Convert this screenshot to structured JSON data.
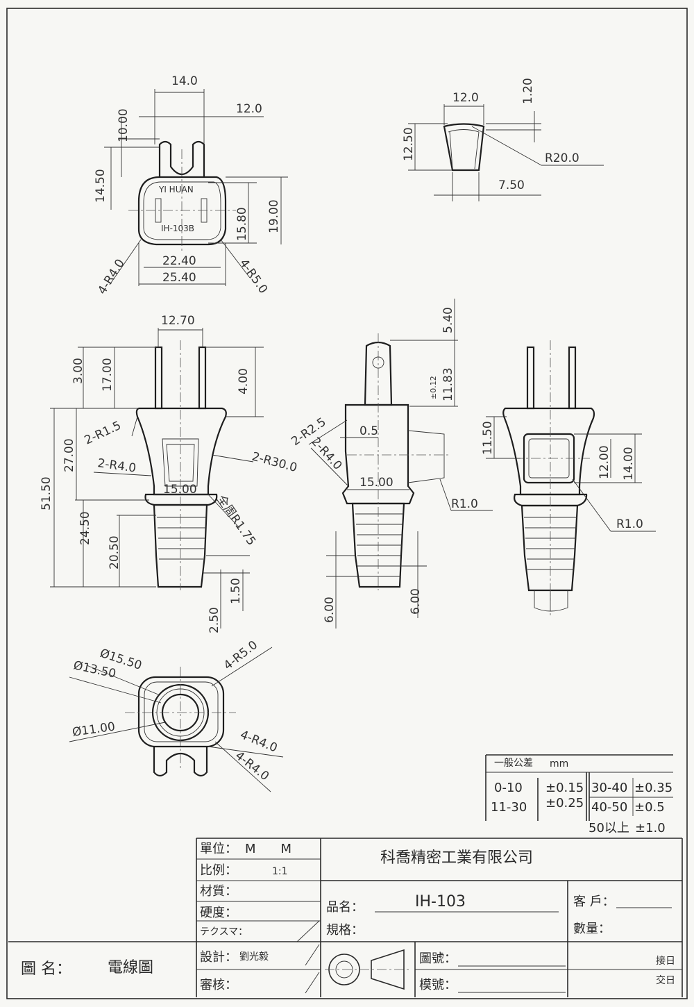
{
  "top_view": {
    "brand": "YI HUAN",
    "model": "IH-103B",
    "dims": {
      "width_top": "14.0",
      "slot_offset": "12.0",
      "fork_height": "10.00",
      "body_height": "14.50",
      "pin_spacing": "15.80",
      "total_height": "19.00",
      "inner_width": "22.40",
      "outer_width": "25.40",
      "radius_left": "4-R4.0",
      "radius_right": "4-R5.0"
    }
  },
  "tapered_view": {
    "dims": {
      "top_width": "12.0",
      "top_gap": "1.20",
      "height": "12.50",
      "radius": "R20.0",
      "bottom_width": "7.50"
    }
  },
  "front_view": {
    "dims": {
      "pin_spacing": "12.70",
      "pin_tip": "3.00",
      "pin_length": "17.00",
      "pin_base": "4.00",
      "r_shoulder": "2-R1.5",
      "upper_height": "27.00",
      "r_waist": "2-R4.0",
      "r_side": "2-R30.0",
      "overall": "51.50",
      "waist_width": "15.00",
      "fillet_all": "全周R1.75",
      "lower_height": "24.50",
      "sleeve_height": "20.50",
      "step_a": "1.50",
      "step_b": "2.50"
    }
  },
  "side_view": {
    "dims": {
      "tab": "5.40",
      "tol": "±0.12",
      "tab_length": "11.83",
      "r_top": "2-R2.5",
      "gap": "0.5",
      "r_bottom": "2-R4.0",
      "waist_width": "15.00",
      "fillet": "R1.0",
      "step_left": "6.00",
      "step_right": "6.00"
    }
  },
  "back_view": {
    "dims": {
      "window_top": "11.50",
      "window_inner": "12.00",
      "window_outer": "14.00",
      "fillet": "R1.0"
    }
  },
  "bottom_view": {
    "dims": {
      "outer_dia": "Ø15.50",
      "mid_dia": "Ø13.50",
      "inner_dia": "Ø11.00",
      "corner_r": "4-R5.0",
      "r_a": "4-R4.0",
      "r_b": "4-R4.0"
    }
  },
  "tolerance": {
    "title": "一般公差",
    "unit": "mm",
    "rows": [
      {
        "range": "0-10",
        "tol": "±0.15"
      },
      {
        "range": "11-30",
        "tol": "±0.25"
      },
      {
        "range": "30-40",
        "tol": "±0.35"
      },
      {
        "range": "40-50",
        "tol": "±0.5"
      },
      {
        "range": "50以上",
        "tol": "±1.0"
      }
    ]
  },
  "title_block": {
    "unit_label": "單位：",
    "unit_value": "M　　M",
    "scale_label": "比例：",
    "scale_value": "1:1",
    "material_label": "材質：",
    "hardness_label": "硬度：",
    "texture_label": "テクスマ：",
    "company": "科喬精密工業有限公司",
    "product_label": "品名：",
    "product_value": "IH-103",
    "spec_label": "規格：",
    "customer_label": "客 戶：",
    "quantity_label": "數量：",
    "drawing_name_label": "圖 名：",
    "drawing_name_value": "電線圖",
    "design_label": "設計：",
    "designer": "劉光毅",
    "review_label": "審核：",
    "drawing_no_label": "圖號：",
    "mold_no_label": "模號：",
    "recv_label": "接日",
    "deliver_label": "交日"
  }
}
